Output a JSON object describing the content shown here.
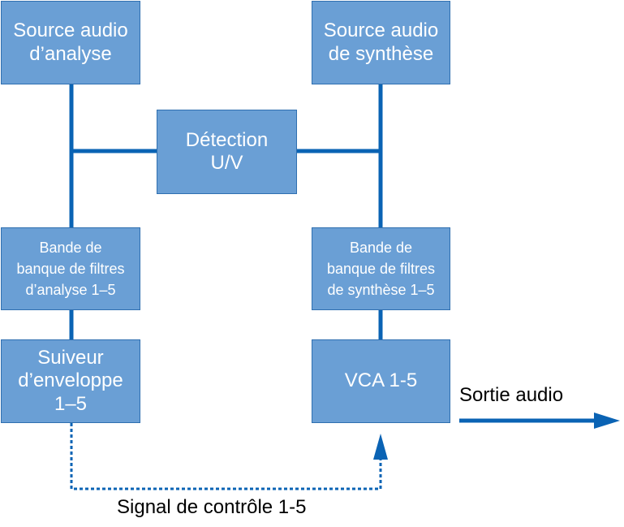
{
  "colors": {
    "box_fill": "#6a9fd5",
    "box_border": "#2f6fb0",
    "connector": "#0a63b4",
    "text_on_box": "#ffffff",
    "label_text": "#000000"
  },
  "boxes": {
    "analysis_source": "Source audio\nd’analyse",
    "synthesis_source": "Source audio\nde synthèse",
    "uv_detection": "Détection\nU/V",
    "analysis_filter_bank": "Bande de\nbanque de filtres\nd’analyse 1–5",
    "synthesis_filter_bank": "Bande de\nbanque de filtres\nde synthèse 1–5",
    "envelope_follower": "Suiveur\nd’enveloppe\n1–5",
    "vca": "VCA 1-5"
  },
  "labels": {
    "audio_output": "Sortie audio",
    "control_signal": "Signal de contrôle 1-5"
  }
}
